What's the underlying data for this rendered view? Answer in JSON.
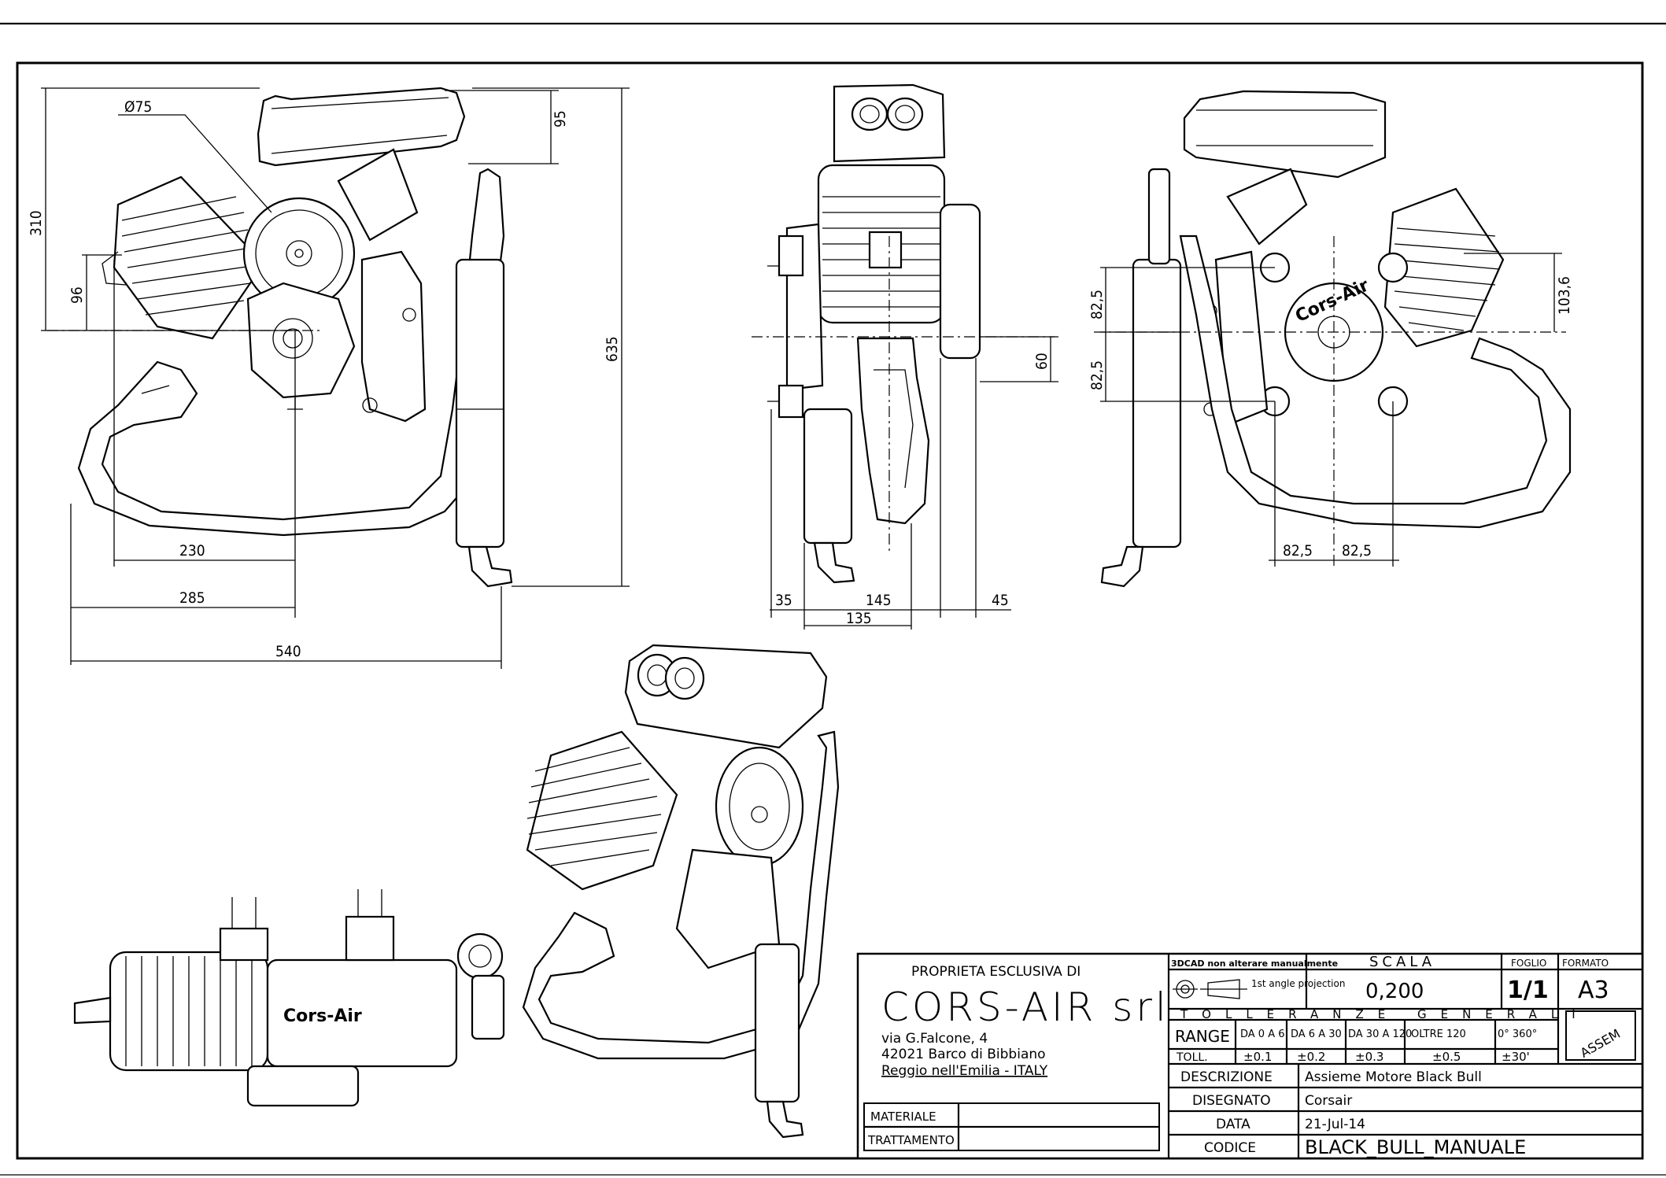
{
  "dimensions": {
    "side_view": {
      "bore_diameter": "Ø75",
      "d_95": "95",
      "d_310": "310",
      "d_96": "96",
      "d_635": "635",
      "d_230": "230",
      "d_285": "285",
      "d_540": "540"
    },
    "front_view": {
      "d_60": "60",
      "d_35": "35",
      "d_145": "145",
      "d_45": "45",
      "d_135": "135"
    },
    "rear_view": {
      "d_82_5_top": "82,5",
      "d_82_5_bottom": "82,5",
      "d_103_6": "103,6",
      "d_82_5_left": "82,5",
      "d_82_5_right": "82,5"
    }
  },
  "logo_text": "Cors-Air",
  "title_block": {
    "owner_caption": "PROPRIETA ESCLUSIVA DI",
    "company_name": "CORS-AIR srl",
    "address_line1": "via G.Falcone, 4",
    "address_line2": "42021 Barco di Bibbiano",
    "address_line3": "Reggio nell'Emilia - ITALY",
    "materiale_label": "MATERIALE",
    "materiale_value": "",
    "trattamento_label": "TRATTAMENTO",
    "trattamento_value": "",
    "cad_note": "3DCAD non alterare manualmente",
    "projection_label": "1st angle projection",
    "scala_label": "SCALA",
    "scala_value": "0,200",
    "foglio_label": "FOGLIO",
    "foglio_value": "1/1",
    "formato_label": "FORMATO",
    "formato_value": "A3",
    "tolleranze_header": "TOLLERANZE GENERALI",
    "range_label": "RANGE",
    "toll_label": "TOLL.",
    "ranges": [
      "DA 0 A 6",
      "DA 6 A 30",
      "DA 30 A 120",
      "OLTRE 120",
      "0° 360°"
    ],
    "tolerances": [
      "±0.1",
      "±0.2",
      "±0.3",
      "±0.5",
      "±30'"
    ],
    "assem_stamp": "ASSEM",
    "descrizione_label": "DESCRIZIONE",
    "descrizione_value": "Assieme Motore Black Bull",
    "disegnato_label": "DISEGNATO",
    "disegnato_value": "Corsair",
    "data_label": "DATA",
    "data_value": "21-Jul-14",
    "codice_label": "CODICE",
    "codice_value": "BLACK_BULL_MANUALE"
  }
}
